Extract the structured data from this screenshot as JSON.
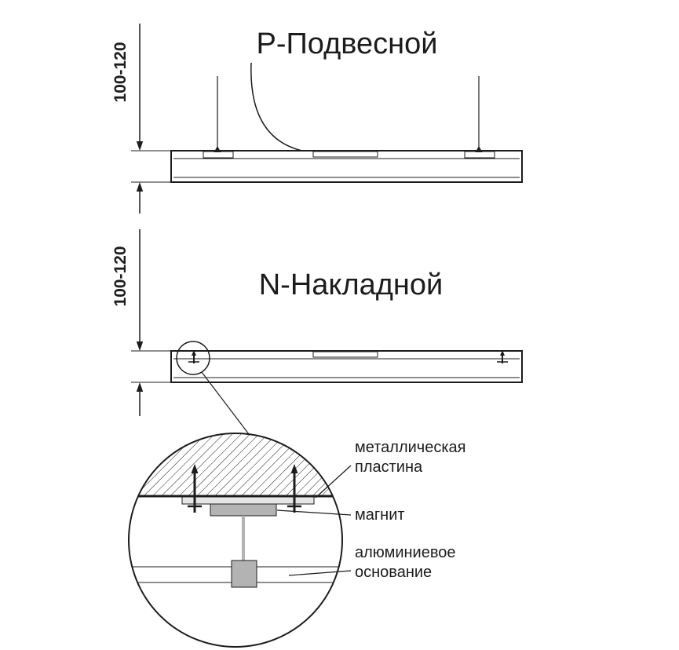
{
  "colors": {
    "line": "#1c1c1c",
    "gray": "#b3b3b3",
    "plate": "#e6e6e6",
    "background": "#ffffff"
  },
  "pendant_view": {
    "title": "Р-Подвесной",
    "dimension_label": "100-120"
  },
  "surface_view": {
    "title": "N-Накладной",
    "dimension_label": "100-120"
  },
  "detail_view": {
    "labels": {
      "metal_plate_line1": "металлическая",
      "metal_plate_line2": "пластина",
      "magnet": "магнит",
      "aluminum_base_line1": "алюминиевое",
      "aluminum_base_line2": "основание"
    }
  }
}
